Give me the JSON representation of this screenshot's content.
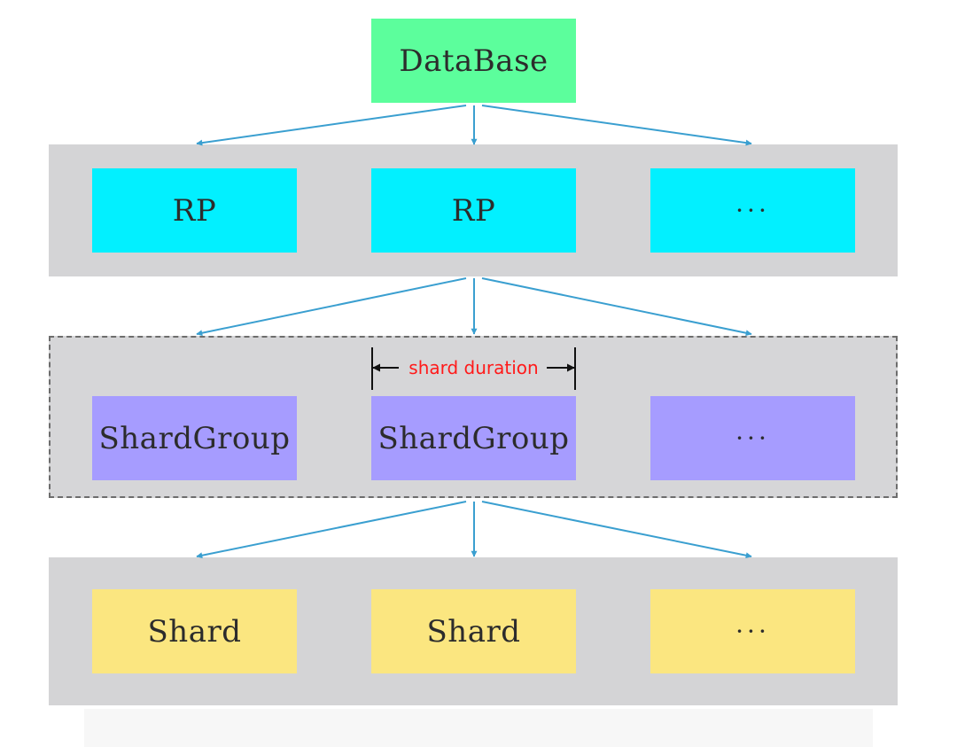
{
  "database": {
    "label": "DataBase"
  },
  "retention_policies": {
    "items": [
      "RP",
      "RP",
      "···"
    ]
  },
  "shard_groups": {
    "items": [
      "ShardGroup",
      "ShardGroup",
      "···"
    ],
    "duration_label": "shard duration"
  },
  "shards": {
    "items": [
      "Shard",
      "Shard",
      "···"
    ]
  },
  "colors": {
    "database": "#5cfe9c",
    "retention_policy": "#02f0ff",
    "shard_group": "#a69cff",
    "shard": "#fbe680",
    "band": "#d4d4d6",
    "arrow": "#3a9fd0",
    "duration_text": "#ff1a1a"
  }
}
